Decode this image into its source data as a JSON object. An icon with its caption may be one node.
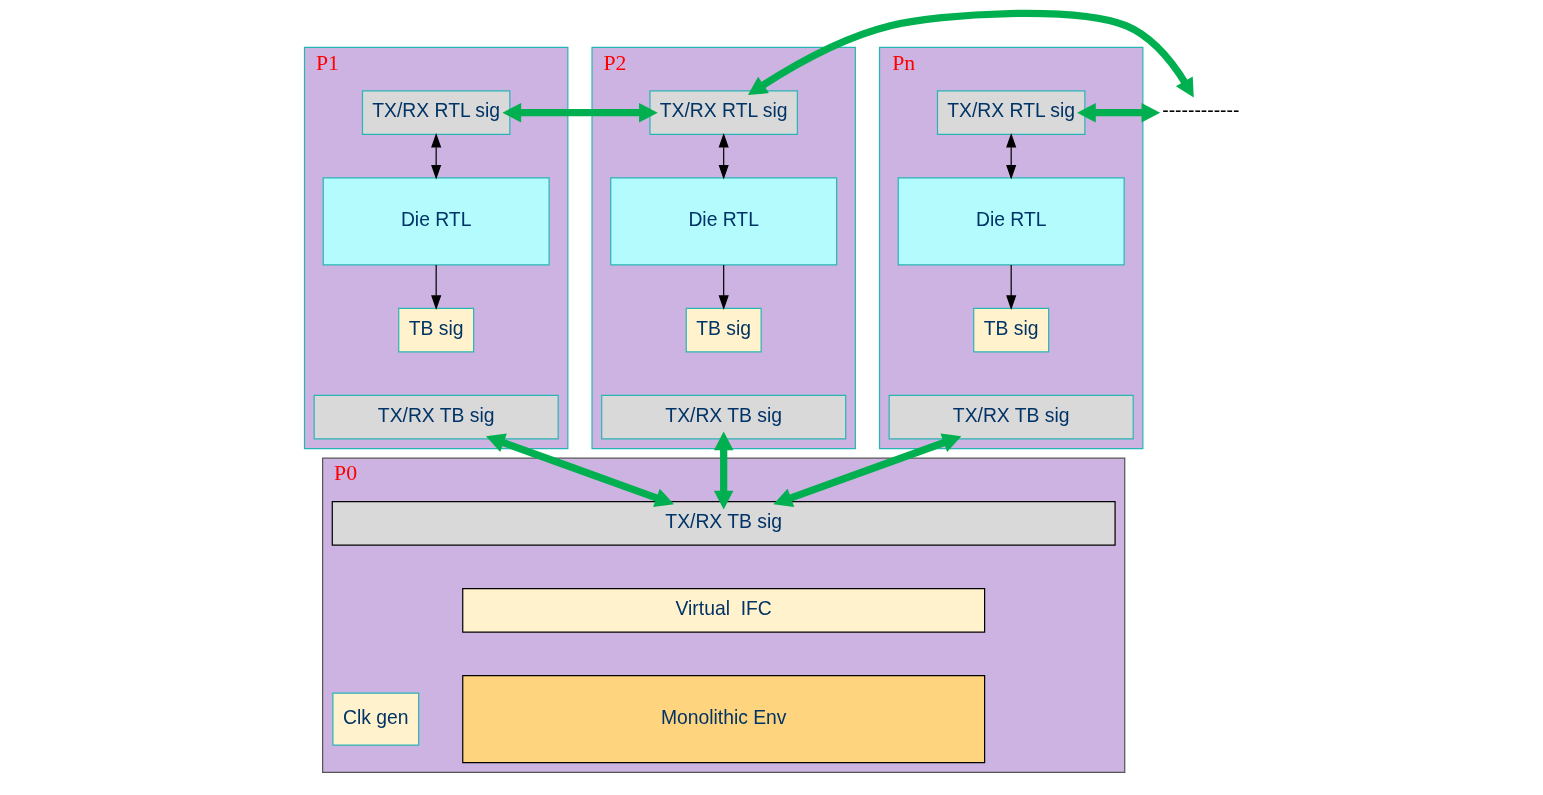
{
  "diagram": {
    "nodes": [
      {
        "text": [
          "P1"
        ]
      },
      {
        "text": [
          "TX/RX RTL sig"
        ],
        "in": 0
      },
      {
        "text": [
          "Die RTL"
        ],
        "in": 0
      },
      {
        "text": [
          "TB sig"
        ],
        "in": 0
      },
      {
        "text": [
          "TX/RX TB sig"
        ],
        "in": 0
      },
      {
        "text": [
          "P2"
        ]
      },
      {
        "text": [
          "TX/RX RTL sig"
        ],
        "in": 5
      },
      {
        "text": [
          "Die RTL"
        ],
        "in": 5
      },
      {
        "text": [
          "TB sig"
        ],
        "in": 5
      },
      {
        "text": [
          "TX/RX TB sig"
        ],
        "in": 5
      },
      {
        "text": [
          "------------"
        ]
      },
      {
        "text": [
          "Pn"
        ]
      },
      {
        "text": [
          "TX/RX RTL sig"
        ],
        "in": 11
      },
      {
        "text": [
          "Die RTL"
        ],
        "in": 11
      },
      {
        "text": [
          "TB sig"
        ],
        "in": 11
      },
      {
        "text": [
          "TX/RX TB sig"
        ],
        "in": 11
      },
      {
        "text": [
          "P0"
        ]
      },
      {
        "text": [
          "TX/RX TB sig"
        ],
        "in": 16
      },
      {
        "text": [
          "Virtual  IFC"
        ],
        "in": 16
      },
      {
        "text": [
          "Clk gen"
        ],
        "in": 16
      },
      {
        "text": [
          "Monolithic Env"
        ],
        "in": 16
      }
    ],
    "edges": [
      {
        "from": 1,
        "to": 6,
        "arrow": "both",
        "style": "thick",
        "color": "#00b050"
      },
      {
        "from": 6,
        "to": 10,
        "arrow": "both",
        "style": "thick",
        "color": "#00b050"
      },
      {
        "from": 10,
        "to": 12,
        "arrow": "both",
        "style": "thick",
        "color": "#00b050"
      },
      {
        "from": 1,
        "to": 2,
        "arrow": "both",
        "color": "#000000"
      },
      {
        "from": 2,
        "to": 3,
        "arrow": "to",
        "color": "#000000"
      },
      {
        "from": 6,
        "to": 7,
        "arrow": "both",
        "color": "#000000"
      },
      {
        "from": 7,
        "to": 8,
        "arrow": "to",
        "color": "#000000"
      },
      {
        "from": 12,
        "to": 13,
        "arrow": "both",
        "color": "#000000"
      },
      {
        "from": 13,
        "to": 14,
        "arrow": "to",
        "color": "#000000"
      },
      {
        "from": 4,
        "to": 17,
        "arrow": "both",
        "style": "thick",
        "color": "#00b050"
      },
      {
        "from": 9,
        "to": 17,
        "arrow": "both",
        "style": "thick",
        "color": "#00b050"
      },
      {
        "from": 15,
        "to": 17,
        "arrow": "both",
        "style": "thick",
        "color": "#00b050"
      }
    ]
  }
}
